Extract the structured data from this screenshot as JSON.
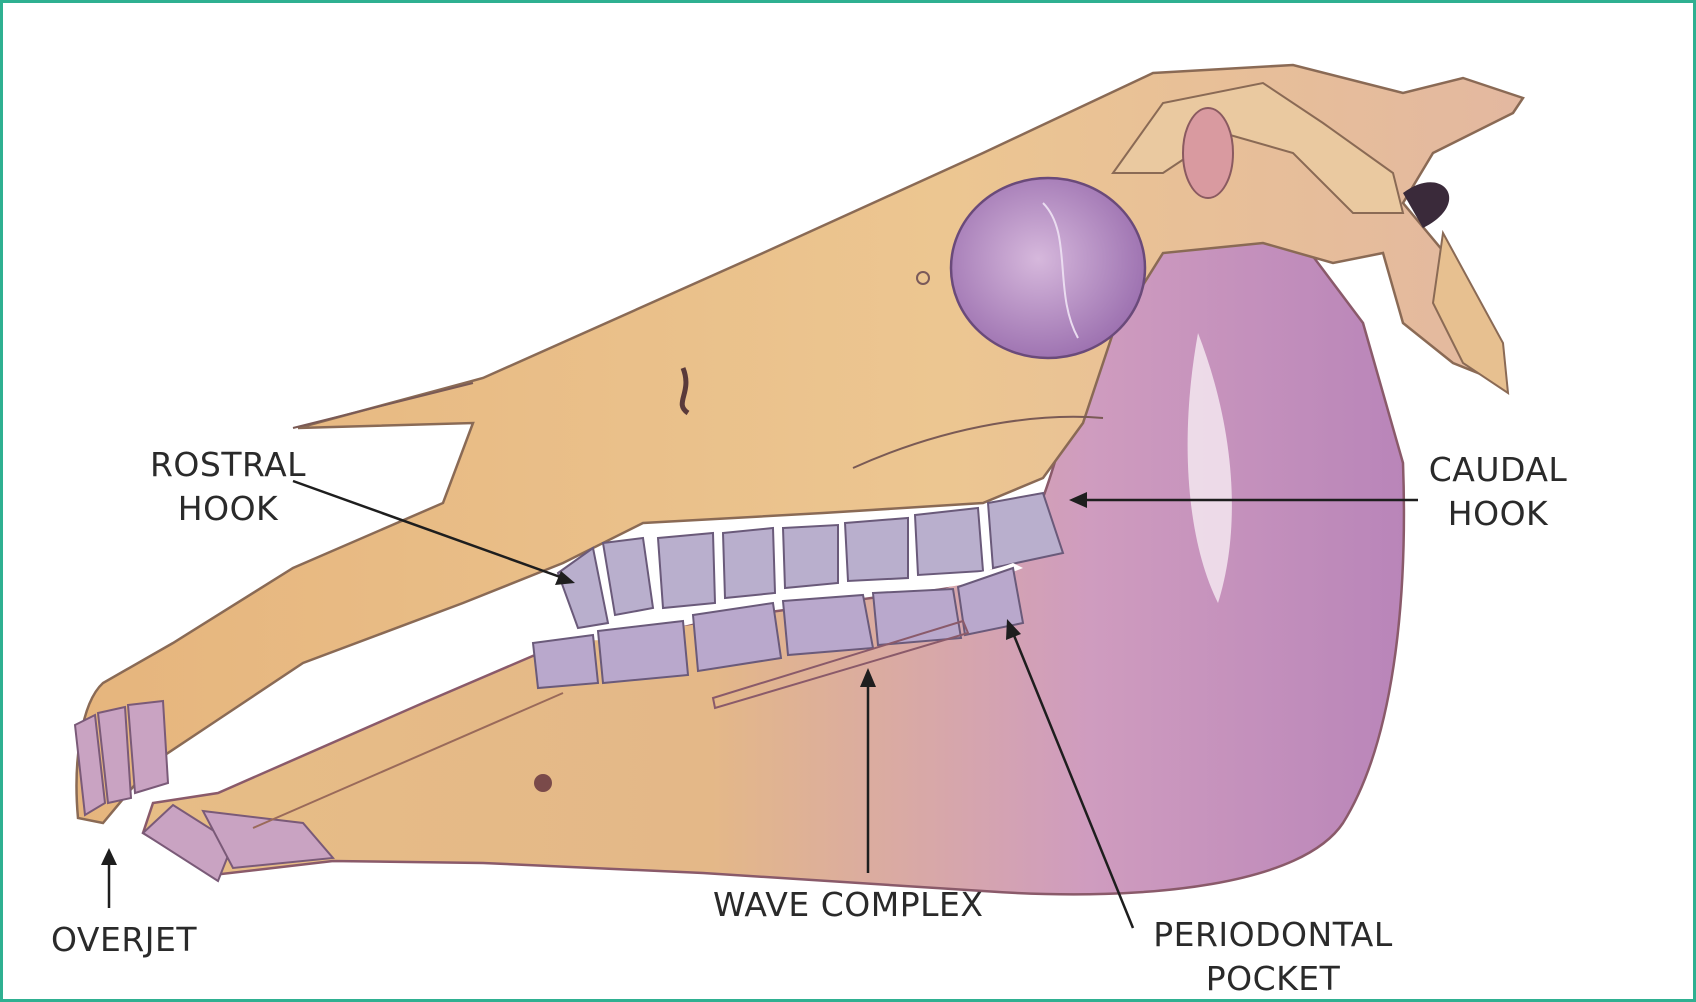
{
  "diagram": {
    "labels": {
      "rostral_hook": [
        "ROSTRAL",
        "HOOK"
      ],
      "caudal_hook": [
        "CAUDAL",
        "HOOK"
      ],
      "overjet": "OVERJET",
      "wave_complex": "WAVE COMPLEX",
      "periodontal_pocket": [
        "PERIODONTAL",
        "POCKET"
      ]
    },
    "colors": {
      "bone": "#e9bf86",
      "bone_shadow": "#c88a55",
      "jaw_purple": "#c79ac7",
      "teeth": "#b7abc9",
      "orbit": "#a57db6",
      "frame_border": "#2fb091"
    }
  }
}
